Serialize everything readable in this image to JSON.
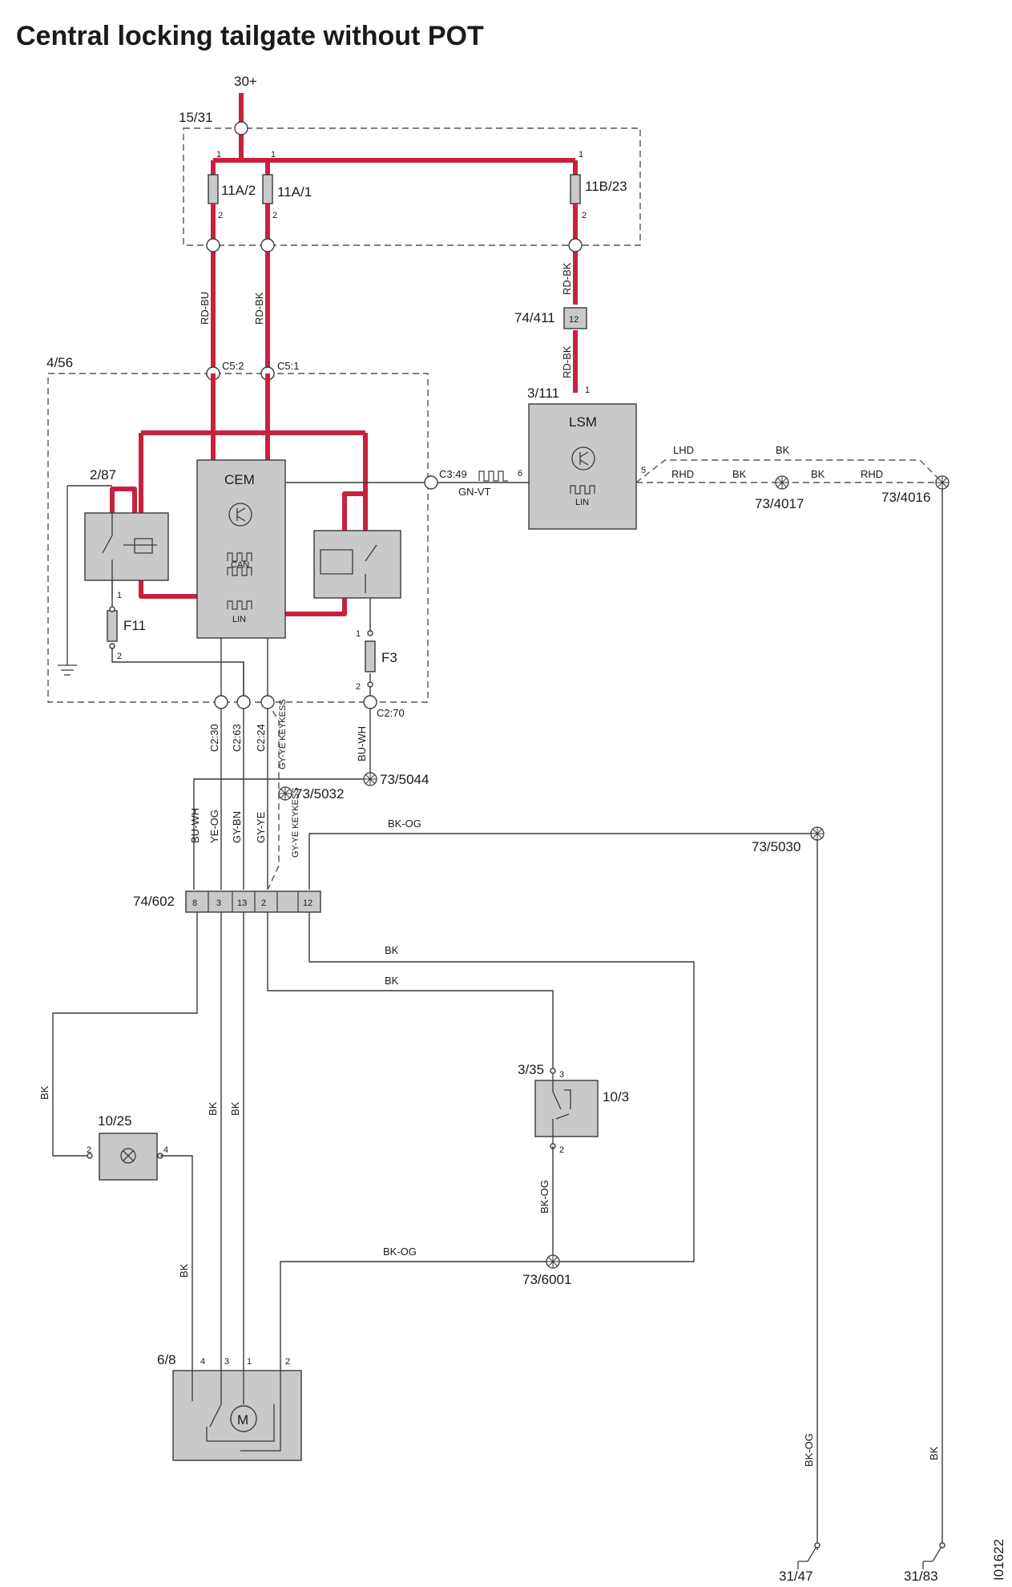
{
  "title": "Central locking tailgate without POT",
  "labels": {
    "supply": "30+",
    "fusebox": "15/31",
    "fuse_11a2": "11A/2",
    "fuse_11a1": "11A/1",
    "fuse_11b23": "11B/23",
    "wire_rd_bu": "RD-BU",
    "wire_rd_bk_1": "RD-BK",
    "wire_rd_bk_2": "RD-BK",
    "wire_rd_bk_3": "RD-BK",
    "conn_74_411": "74/411",
    "pin_12": "12",
    "module_4_56": "4/56",
    "c5_2": "C5:2",
    "c5_1": "C5:1",
    "cem": "CEM",
    "can": "CAN",
    "lin_cem": "LIN",
    "relay_2_87": "2/87",
    "fuse_f11": "F11",
    "fuse_f3": "F3",
    "c3_49": "C3:49",
    "gn_vt": "GN-VT",
    "lsm_ref": "3/111",
    "lsm": "LSM",
    "lin_lsm": "LIN",
    "lhd": "LHD",
    "rhd_1": "RHD",
    "rhd_2": "RHD",
    "bk_a": "BK",
    "bk_b": "BK",
    "bk_c": "BK",
    "splice_73_4017": "73/4017",
    "splice_73_4016": "73/4016",
    "c2_30": "C2:30",
    "c2_63": "C2:63",
    "c2_24": "C2:24",
    "c2_70": "C2:70",
    "gy_ye_keykess_1": "GY-YE KEYKESS",
    "gy_ye_keykess_2": "GY-YE KEYKESS",
    "bu_wh_1": "BU-WH",
    "bu_wh_2": "BU-WH",
    "ye_og": "YE-OG",
    "gy_bn": "GY-BN",
    "gy_ye": "GY-YE",
    "splice_73_5044": "73/5044",
    "splice_73_5032": "73/5032",
    "splice_73_5030": "73/5030",
    "bk_og_top": "BK-OG",
    "conn_74_602": "74/602",
    "pins_602": [
      "8",
      "3",
      "13",
      "2",
      "",
      "12"
    ],
    "bk_d": "BK",
    "bk_e": "BK",
    "sw_3_35": "3/35",
    "sw_10_3": "10/3",
    "bk_og_vert": "BK-OG",
    "splice_73_6001": "73/6001",
    "bk_og_low": "BK-OG",
    "lamp_10_25": "10/25",
    "bk_left": "BK",
    "bk_m1": "BK",
    "bk_m2": "BK",
    "bk_lamp": "BK",
    "motor_6_8": "6/8",
    "motor_m": "M",
    "bk_og_right": "BK-OG",
    "bk_right": "BK",
    "gnd_31_47": "31/47",
    "gnd_31_83": "31/83",
    "ref_code": "I01622"
  },
  "pins": {
    "p1": "1",
    "p2": "2",
    "p3": "3",
    "p4": "4",
    "p5": "5",
    "p6": "6"
  },
  "colors": {
    "power_wire": "#c8213f",
    "component_fill": "#c9c9cb"
  }
}
